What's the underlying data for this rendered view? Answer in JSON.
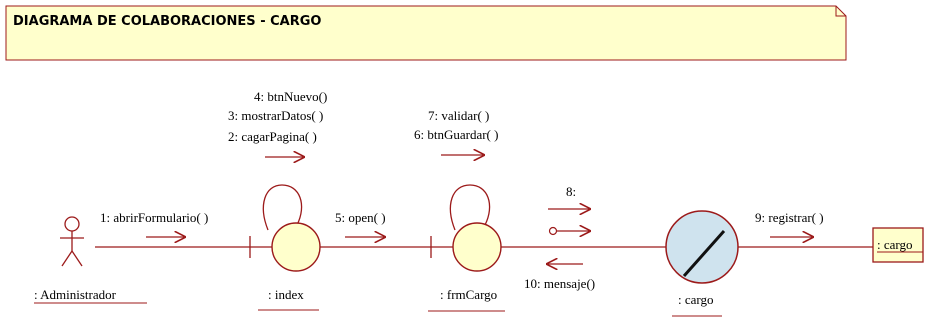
{
  "diagram": {
    "title": "DIAGRAMA DE COLABORACIONES - CARGO",
    "objects": {
      "actor": ": Administrador",
      "index": ": index",
      "frm": ": frmCargo",
      "entity": ": cargo",
      "class": ": cargo"
    },
    "messages": {
      "m1": "1: abrirFormulario( )",
      "m4": "4: btnNuevo()",
      "m3": "3: mostrarDatos( )",
      "m2": "2: cagarPagina( )",
      "m5": "5: open( )",
      "m7": "7: validar( )",
      "m6": "6: btnGuardar( )",
      "m8": "8:",
      "m9": "9: registrar( )",
      "m10": "10: mensaje()"
    }
  }
}
